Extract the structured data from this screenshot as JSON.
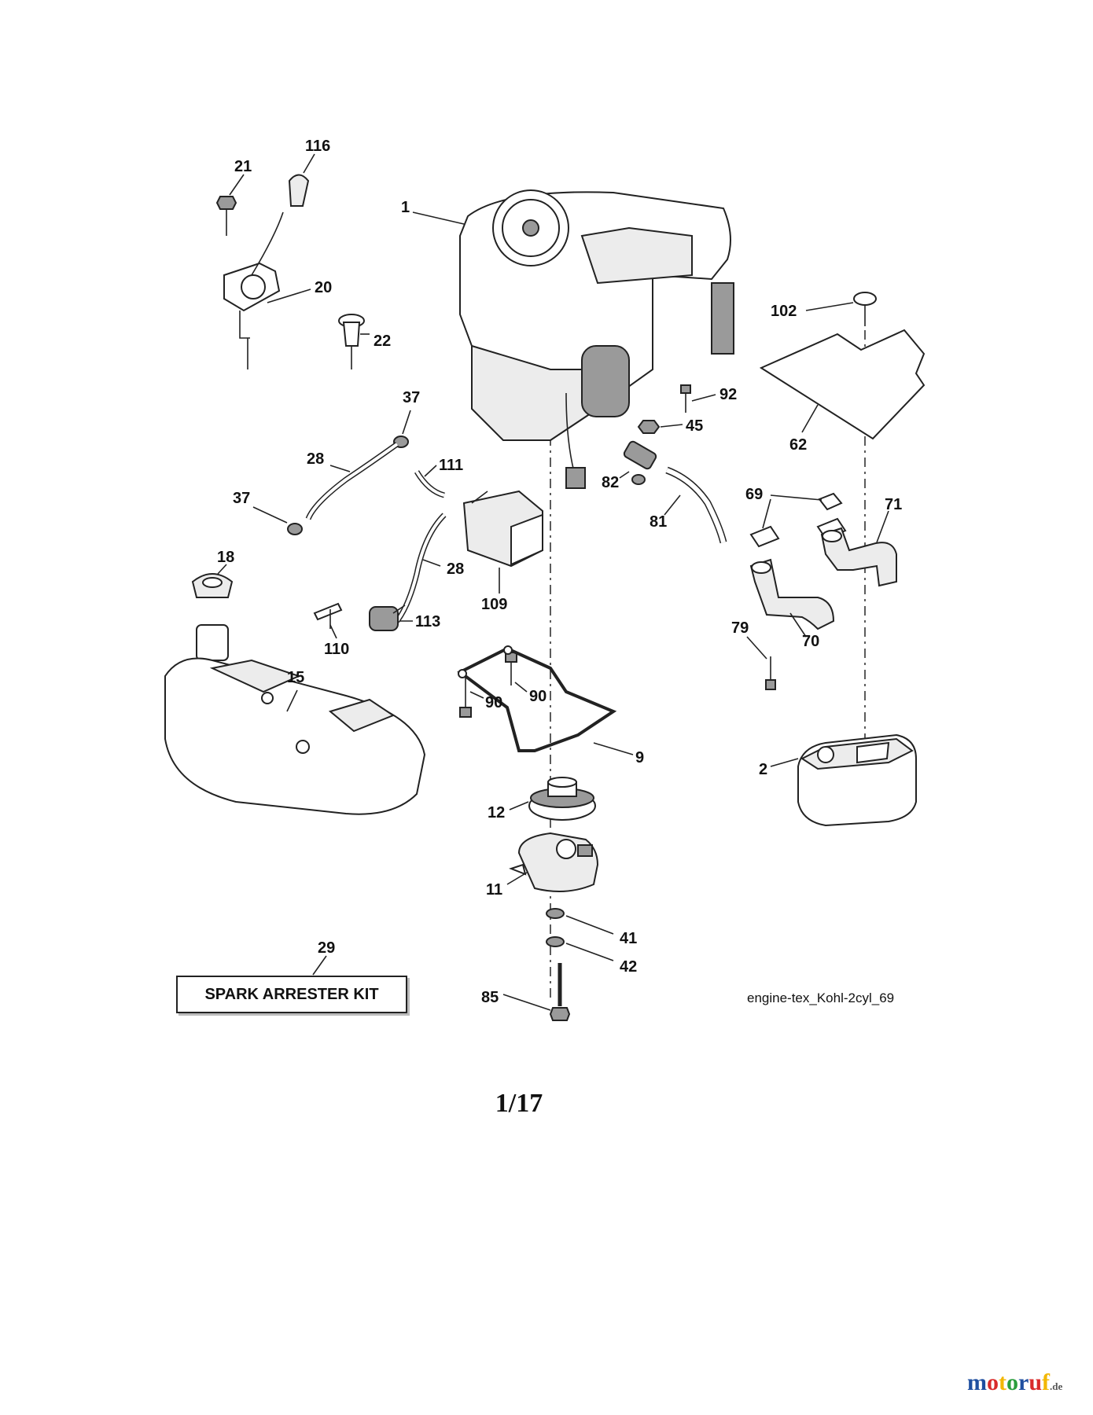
{
  "labels": [
    {
      "id": "1",
      "text": "1"
    },
    {
      "id": "2",
      "text": "2"
    },
    {
      "id": "9",
      "text": "9"
    },
    {
      "id": "11",
      "text": "11"
    },
    {
      "id": "12",
      "text": "12"
    },
    {
      "id": "15",
      "text": "15"
    },
    {
      "id": "18",
      "text": "18"
    },
    {
      "id": "20",
      "text": "20"
    },
    {
      "id": "21",
      "text": "21"
    },
    {
      "id": "22",
      "text": "22"
    },
    {
      "id": "28a",
      "text": "28"
    },
    {
      "id": "28b",
      "text": "28"
    },
    {
      "id": "29",
      "text": "29"
    },
    {
      "id": "37a",
      "text": "37"
    },
    {
      "id": "37b",
      "text": "37"
    },
    {
      "id": "41",
      "text": "41"
    },
    {
      "id": "42",
      "text": "42"
    },
    {
      "id": "45",
      "text": "45"
    },
    {
      "id": "62",
      "text": "62"
    },
    {
      "id": "69",
      "text": "69"
    },
    {
      "id": "70",
      "text": "70"
    },
    {
      "id": "71",
      "text": "71"
    },
    {
      "id": "79",
      "text": "79"
    },
    {
      "id": "81",
      "text": "81"
    },
    {
      "id": "82",
      "text": "82"
    },
    {
      "id": "85",
      "text": "85"
    },
    {
      "id": "90a",
      "text": "90"
    },
    {
      "id": "90b",
      "text": "90"
    },
    {
      "id": "92",
      "text": "92"
    },
    {
      "id": "102",
      "text": "102"
    },
    {
      "id": "109",
      "text": "109"
    },
    {
      "id": "110",
      "text": "110"
    },
    {
      "id": "111",
      "text": "111"
    },
    {
      "id": "113",
      "text": "113"
    },
    {
      "id": "116",
      "text": "116"
    }
  ],
  "kit_label": "SPARK ARRESTER KIT",
  "drawing_ref": "engine-tex_Kohl-2cyl_69",
  "page_number": "1/17",
  "brand": {
    "name": "motoruf",
    "tld": ".de",
    "colors": [
      "#1f4fa0",
      "#d92b2b",
      "#f2b705",
      "#2a9d3c"
    ]
  }
}
